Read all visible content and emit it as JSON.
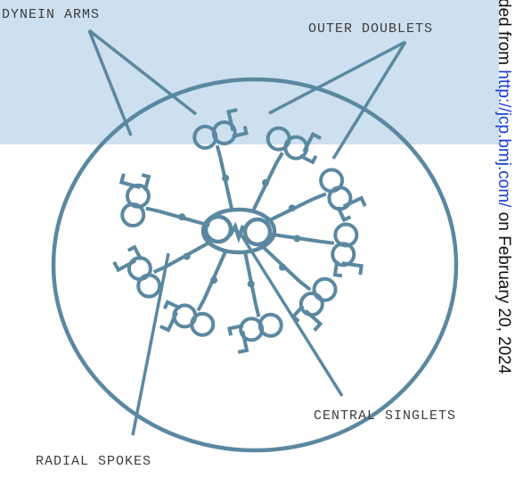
{
  "labels": {
    "dynein_arms": "DYNEIN ARMS",
    "outer_doublets": "OUTER DOUBLETS",
    "central_singlets": "CENTRAL SINGLETS",
    "radial_spokes": "RADIAL SPOKES"
  },
  "side_note": {
    "prefix": "ded from ",
    "link": "http://jcp.bmj.com/",
    "suffix": " on February 20, 2024"
  },
  "colors": {
    "band": "#cde0ef",
    "structure": "#5b88a0",
    "text": "#3d3d3d",
    "link": "#1a3fd6"
  }
}
